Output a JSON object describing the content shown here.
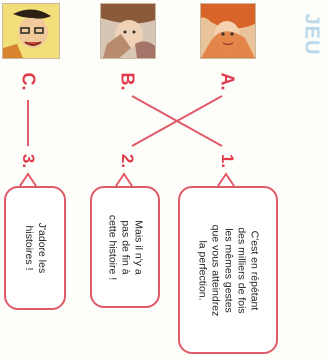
{
  "header": {
    "label": "JEU"
  },
  "items": {
    "letters": [
      "A.",
      "B.",
      "C."
    ],
    "numbers": [
      "1.",
      "2.",
      "3."
    ]
  },
  "bubbles": [
    "C'est en répétant des milliers de fois les mêmes gestes que vous atteindrez la perfection.",
    "Mais il n'y a pas de fin à cette histoire !",
    "J'adore les histoires !"
  ],
  "colors": {
    "accent": "#e03a4a",
    "bubble_border": "#e05a6a",
    "label": "#b9d8ea"
  }
}
